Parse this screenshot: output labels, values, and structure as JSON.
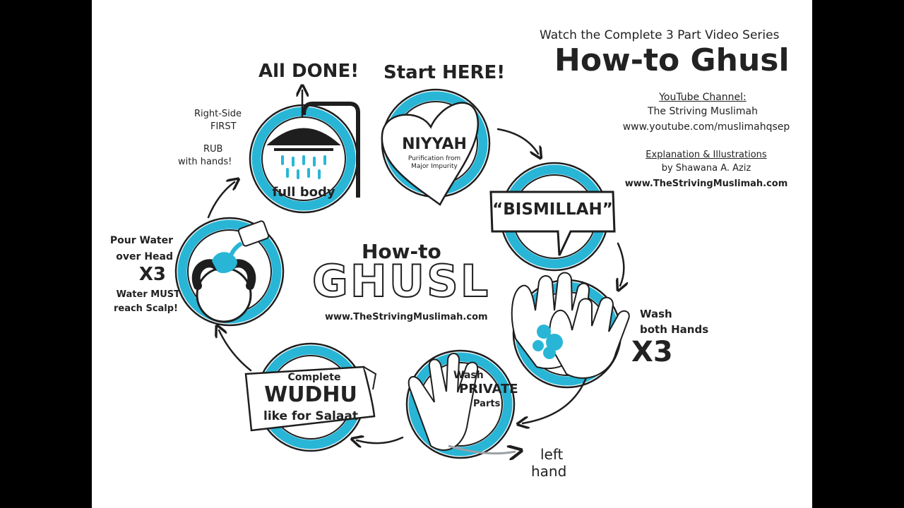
{
  "header": {
    "series_line": "Watch the Complete 3 Part Video Series",
    "title": "How-to Ghusl",
    "channel_heading": "YouTube Channel:",
    "channel_name": "The Striving Muslimah",
    "channel_url": "www.youtube.com/muslimahqsep",
    "credits_heading": "Explanation & Illustrations",
    "credits_author": "by Shawana A. Aziz",
    "website": "www.TheStrivingMuslimah.com"
  },
  "center": {
    "how_to": "How-to",
    "word": "GHUSL",
    "url": "www.TheStrivingMuslimah.com"
  },
  "steps": {
    "done_label": "All DONE!",
    "start_label": "Start HERE!",
    "niyyah_title": "NIYYAH",
    "niyyah_line1": "Purification from",
    "niyyah_line2": "Major Impurity",
    "bismillah": "“BISMILLAH”",
    "wash_hands_line1": "Wash",
    "wash_hands_line2": "both Hands",
    "wash_hands_count": "X3",
    "private_line1": "Wash",
    "private_line2": "PRIVATE",
    "private_line3": "Parts",
    "left_hand_line1": "left",
    "left_hand_line2": "hand",
    "wudhu_line1": "Complete",
    "wudhu_line2": "WUDHU",
    "wudhu_line3": "like for Salaat",
    "head_line1": "Pour Water",
    "head_line2": "over Head",
    "head_count": "X3",
    "head_line3": "Water MUST",
    "head_line4": "reach Scalp!",
    "right_side_line1": "Right-Side",
    "right_side_line2": "FIRST",
    "rub_line1": "RUB",
    "rub_line2": "with hands!",
    "full_body": "full body"
  },
  "colors": {
    "ring_blue": "#29b6d6",
    "ink": "#1e1e1e",
    "frame": "#000000",
    "paper": "#ffffff"
  }
}
